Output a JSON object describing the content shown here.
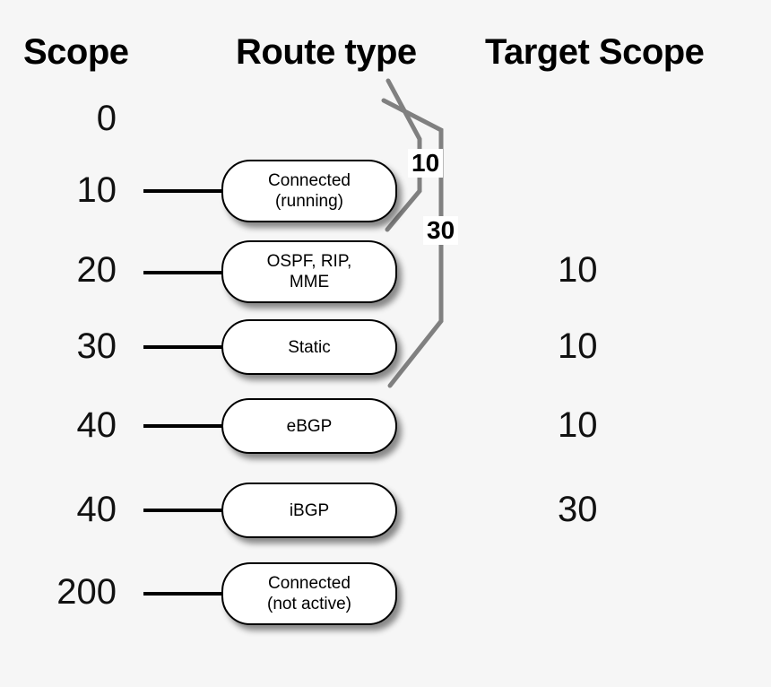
{
  "headers": {
    "scope": "Scope",
    "route_type": "Route type",
    "target_scope": "Target Scope"
  },
  "colors": {
    "background": "#f6f6f6",
    "node_fill": "#ffffff",
    "node_border": "#000000",
    "connector": "#000000",
    "bracket": "#808080",
    "text": "#000000"
  },
  "rows": [
    {
      "scope": "0",
      "route_type": "",
      "target_scope": ""
    },
    {
      "scope": "10",
      "route_type": "Connected\n(running)",
      "target_scope": ""
    },
    {
      "scope": "20",
      "route_type": "OSPF, RIP,\nMME",
      "target_scope": "10"
    },
    {
      "scope": "30",
      "route_type": "Static",
      "target_scope": "10"
    },
    {
      "scope": "40",
      "route_type": "eBGP",
      "target_scope": "10"
    },
    {
      "scope": "40",
      "route_type": "iBGP",
      "target_scope": "30"
    },
    {
      "scope": "200",
      "route_type": "Connected\n(not active)",
      "target_scope": ""
    }
  ],
  "brackets": [
    {
      "label": "10",
      "name": "bracket-scope-10"
    },
    {
      "label": "30",
      "name": "bracket-scope-30"
    }
  ]
}
